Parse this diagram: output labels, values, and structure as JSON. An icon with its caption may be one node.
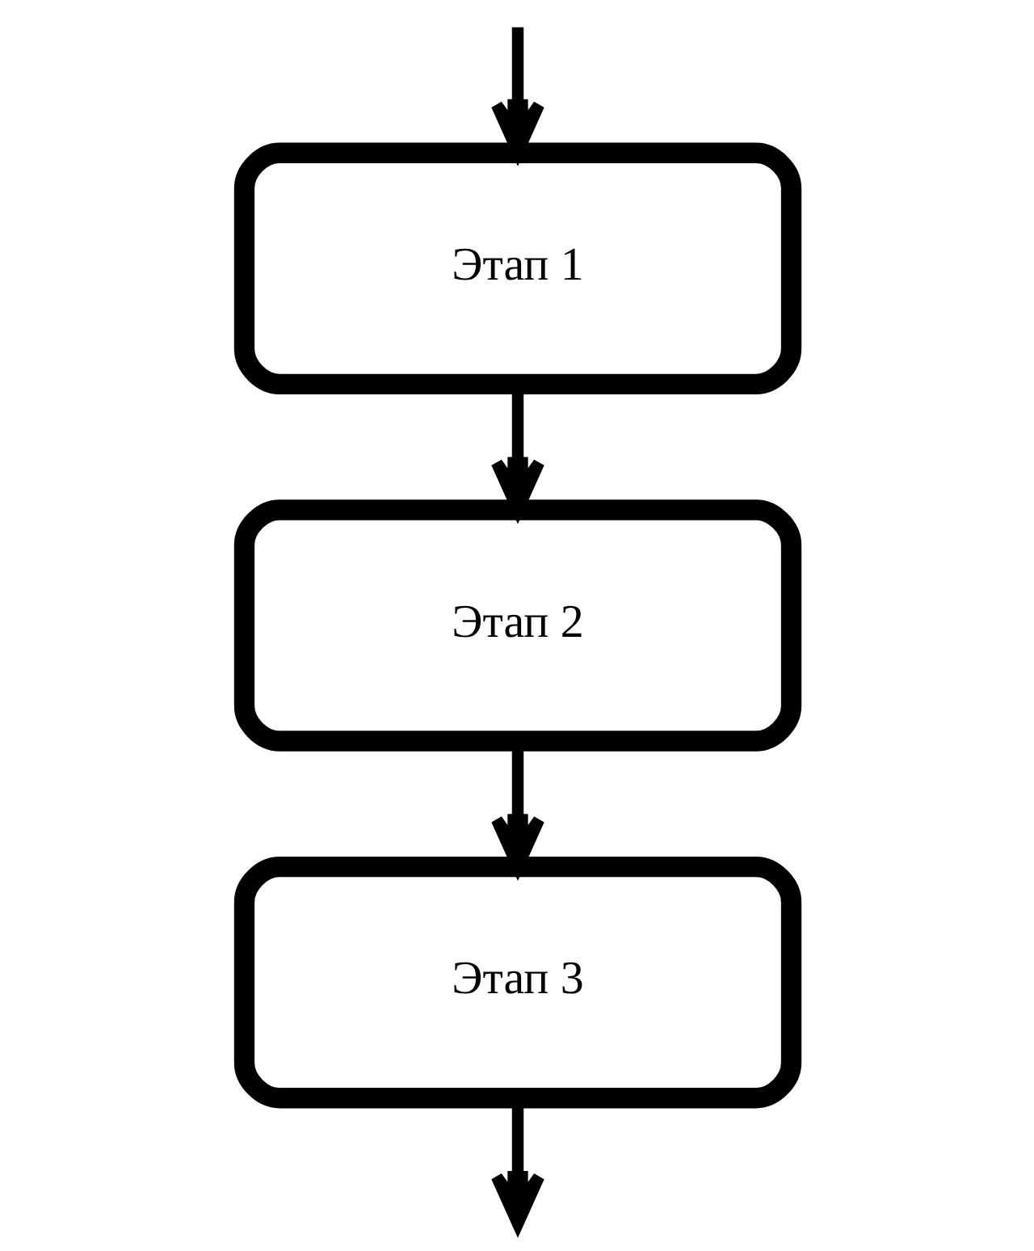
{
  "diagram": {
    "nodes": [
      {
        "text": [
          "Этап 1"
        ]
      },
      {
        "text": [
          "Этап 2"
        ]
      },
      {
        "text": [
          "Этап 3"
        ]
      }
    ],
    "edges": [
      {
        "from": null,
        "to": 0,
        "arrow": "to"
      },
      {
        "from": 0,
        "to": 1,
        "arrow": "to"
      },
      {
        "from": 1,
        "to": 2,
        "arrow": "to"
      },
      {
        "from": 2,
        "to": null,
        "arrow": "to"
      }
    ]
  }
}
